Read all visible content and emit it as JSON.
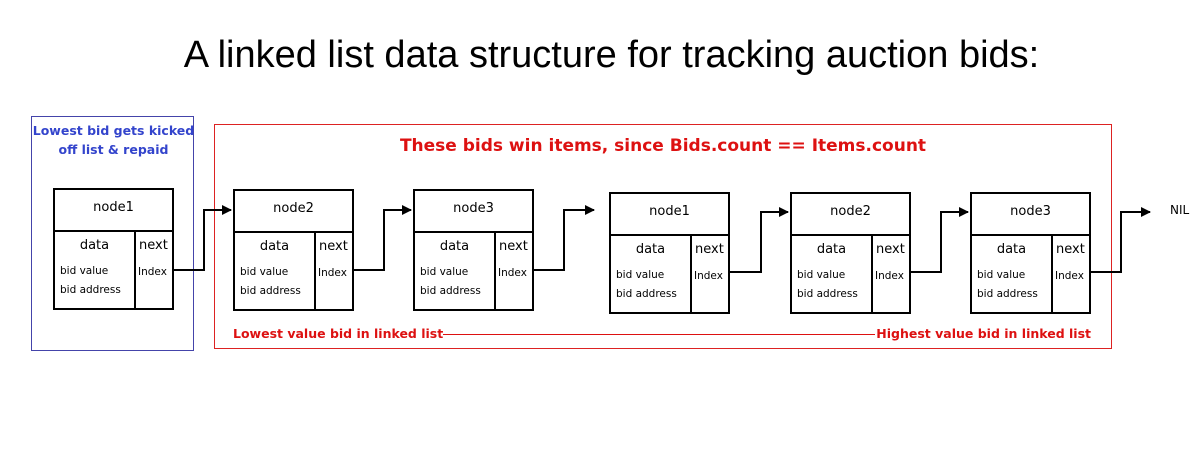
{
  "title": "A linked list data structure for tracking auction bids:",
  "blue_note": "Lowest bid gets kicked off list & repaid",
  "red_note": "These bids win items, since Bids.count == Items.count",
  "lowest_label": "Lowest value bid in linked list",
  "highest_label": "Highest value bid in linked list",
  "nil_label": "NIL",
  "node_fields": {
    "data": "data",
    "next": "next",
    "bid_value": "bid value",
    "bid_address": "bid address",
    "index": "Index"
  },
  "nodes": [
    {
      "name": "node1"
    },
    {
      "name": "node2"
    },
    {
      "name": "node3"
    },
    {
      "name": "node1"
    },
    {
      "name": "node2"
    },
    {
      "name": "node3"
    }
  ]
}
